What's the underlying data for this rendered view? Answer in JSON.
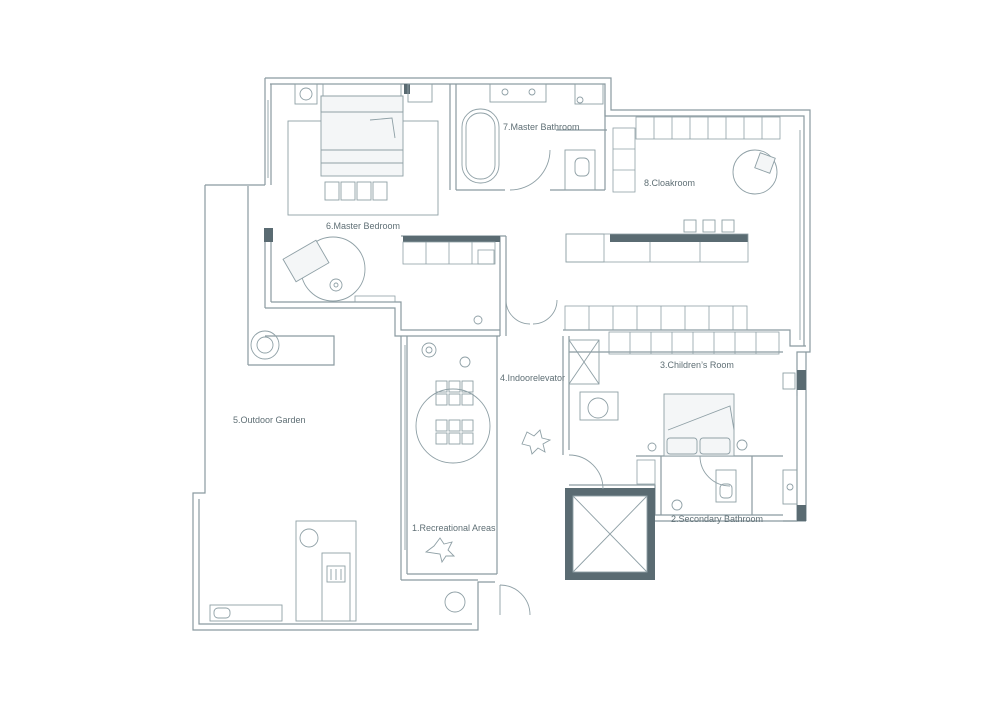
{
  "rooms": {
    "recreational": "1.Recreational Areas",
    "secondary_bath": "2.Secondary Bathroom",
    "children": "3.Children’s Room",
    "elevator": "4.Indoorelevator",
    "garden": "5.Outdoor Garden",
    "master_bed": "6.Master Bedroom",
    "master_bath": "7.Master Bathroom",
    "cloak": "8.Cloakroom"
  },
  "colors": {
    "wall": "#8a9aa0",
    "solid": "#5a6b72",
    "text": "#5f6f75"
  }
}
